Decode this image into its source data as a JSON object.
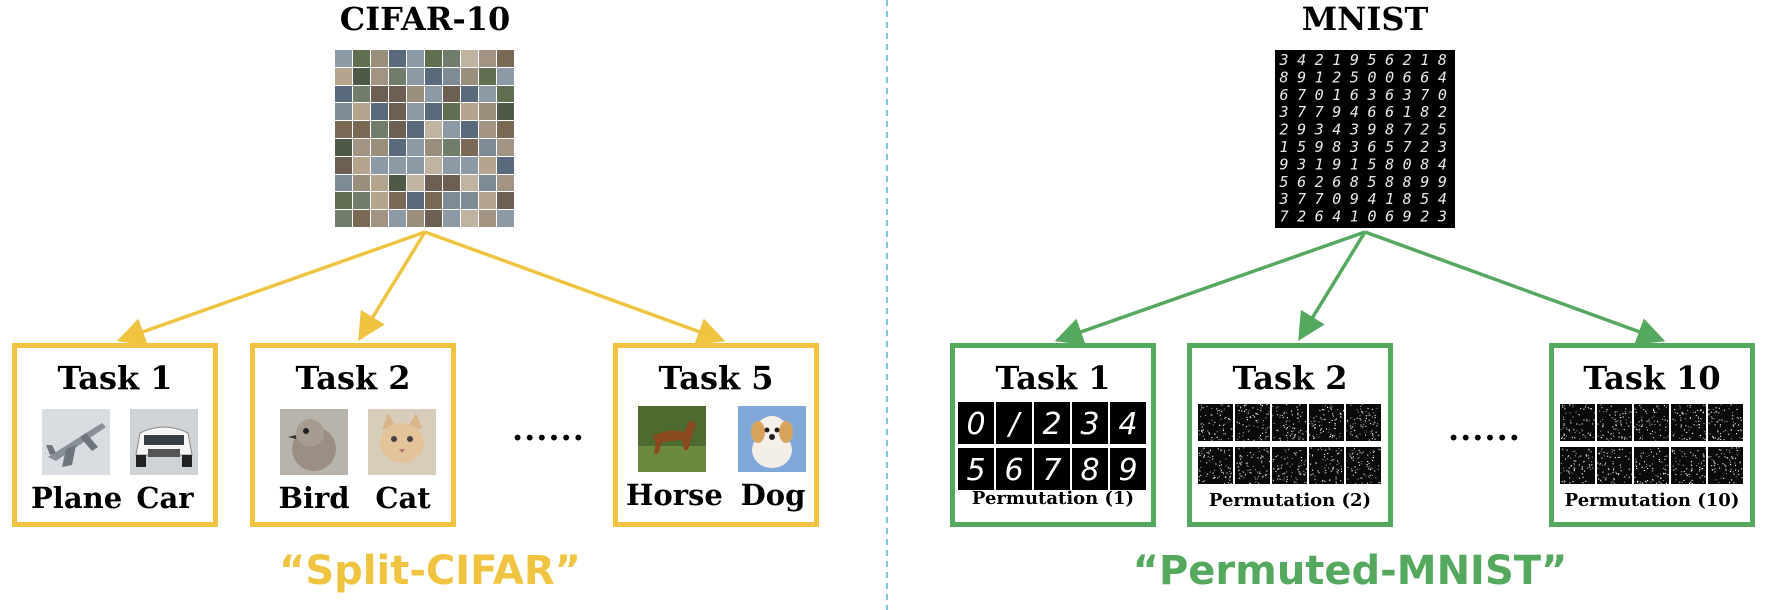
{
  "colors": {
    "split": "#f0c440",
    "permuted": "#55a95e",
    "divider": "#7fc8e0"
  },
  "left": {
    "dataset_title": "CIFAR-10",
    "caption": "“Split-CIFAR”",
    "ellipsis": "......",
    "tasks": [
      {
        "title": "Task 1",
        "classes": [
          "Plane",
          "Car"
        ],
        "icons": [
          "airplane-image",
          "car-image"
        ]
      },
      {
        "title": "Task 2",
        "classes": [
          "Bird",
          "Cat"
        ],
        "icons": [
          "bird-image",
          "cat-image"
        ]
      },
      {
        "title": "Task 5",
        "classes": [
          "Horse",
          "Dog"
        ],
        "icons": [
          "horse-image",
          "dog-image"
        ]
      }
    ]
  },
  "right": {
    "dataset_title": "MNIST",
    "caption": "“Permuted-MNIST”",
    "ellipsis": "......",
    "mnist_rows": [
      "3421956218",
      "8912500664",
      "6701636370",
      "3779466182",
      "2934398725",
      "1598365723",
      "9319158084",
      "5626858899",
      "3770941854",
      "7264106923"
    ],
    "tasks": [
      {
        "title": "Task 1",
        "label": "Permutation (1)",
        "digits": [
          "0",
          "/",
          "2",
          "3",
          "4",
          "5",
          "6",
          "7",
          "8",
          "9"
        ]
      },
      {
        "title": "Task 2",
        "label": "Permutation (2)"
      },
      {
        "title": "Task 10",
        "label": "Permutation (10)"
      }
    ]
  }
}
